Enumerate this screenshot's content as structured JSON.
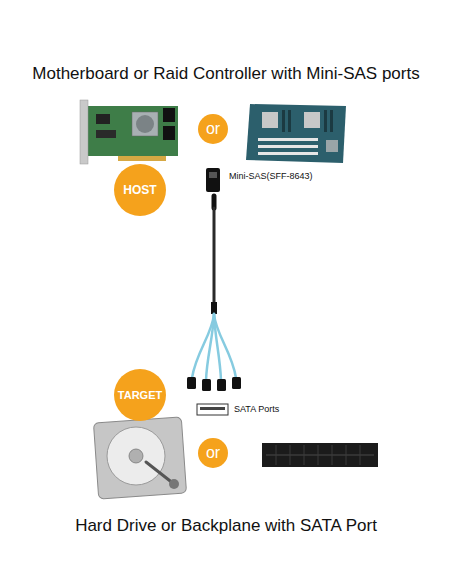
{
  "diagram": {
    "title": "Motherboard or Raid Controller with Mini-SAS ports",
    "caption": "Hard Drive or Backplane with SATA Port",
    "nodes": [
      {
        "text": [
          "or"
        ]
      },
      {
        "text": [
          "HOST"
        ]
      },
      {
        "text": [
          "TARGET"
        ]
      },
      {
        "text": [
          "or"
        ]
      }
    ],
    "labels": [
      "Mini-SAS(SFF-8643)",
      "SATA Ports"
    ]
  }
}
